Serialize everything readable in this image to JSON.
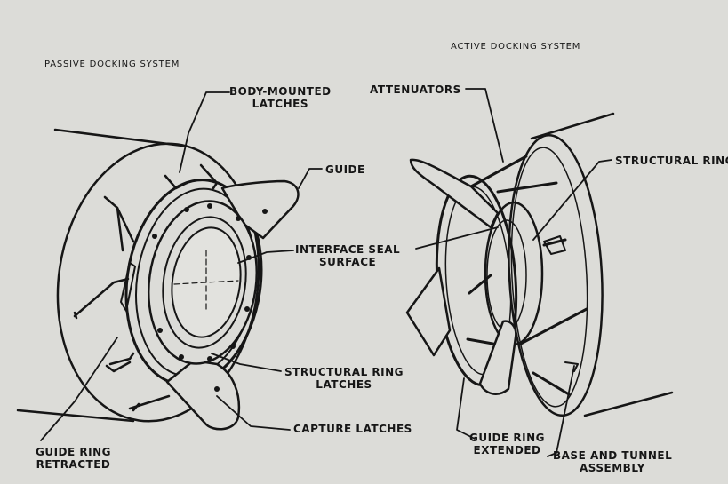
{
  "colors": {
    "background": "#dcdcd8",
    "ink": "#161616",
    "window_fill": "#e2e2de"
  },
  "titles": {
    "passive": "PASSIVE DOCKING SYSTEM",
    "active": "ACTIVE DOCKING SYSTEM"
  },
  "passive_labels": {
    "body_mounted_latches_1": "BODY-MOUNTED",
    "body_mounted_latches_2": "LATCHES",
    "guide": "GUIDE",
    "interface_seal_1": "INTERFACE SEAL",
    "interface_seal_2": "SURFACE",
    "structural_ring_latches_1": "STRUCTURAL RING",
    "structural_ring_latches_2": "LATCHES",
    "capture_latches": "CAPTURE LATCHES",
    "guide_ring_retracted_1": "GUIDE RING",
    "guide_ring_retracted_2": "RETRACTED"
  },
  "active_labels": {
    "attenuators": "ATTENUATORS",
    "structural_ring": "STRUCTURAL RING",
    "guide_ring_extended_1": "GUIDE RING",
    "guide_ring_extended_2": "EXTENDED",
    "base_tunnel_1": "BASE AND TUNNEL",
    "base_tunnel_2": "ASSEMBLY"
  }
}
